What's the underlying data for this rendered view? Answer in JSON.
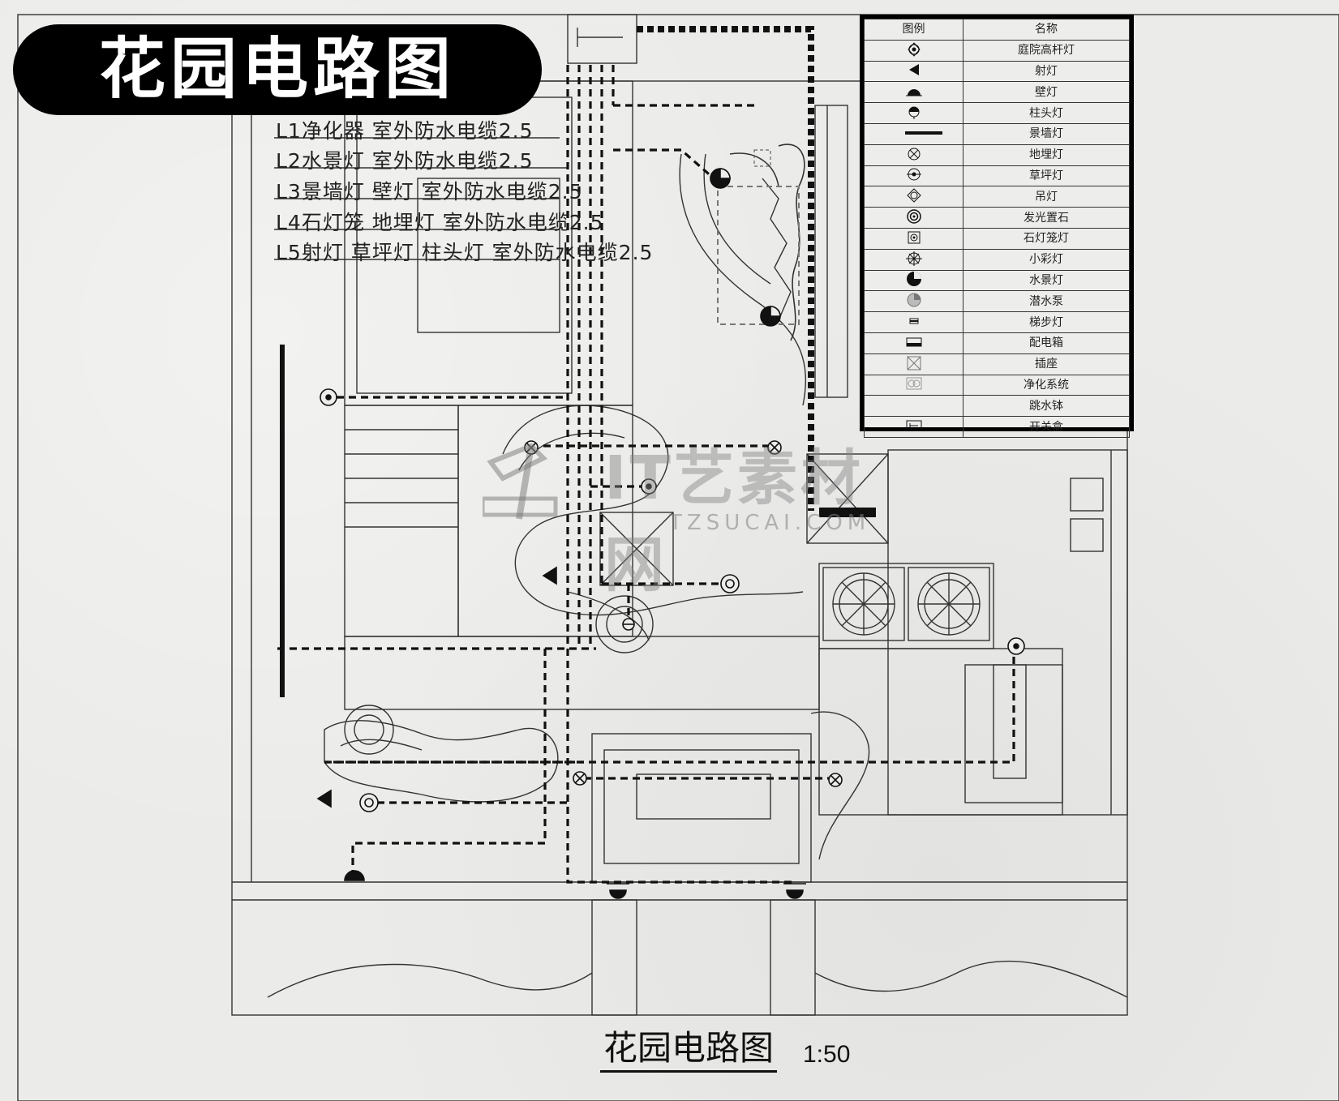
{
  "title": "花园电路图",
  "caption": {
    "name": "花园电路图",
    "scale": "1:50"
  },
  "circuits": [
    "L1净化器  室外防水电缆2.5",
    "L2水景灯  室外防水电缆2.5",
    "L3景墙灯  壁灯  室外防水电缆2.5",
    "L4石灯笼  地埋灯  室外防水电缆2.5",
    "L5射灯  草坪灯  柱头灯  室外防水电缆2.5"
  ],
  "legend": {
    "header": [
      "图例",
      "名称"
    ],
    "items": [
      {
        "icon": "courtyard-lamp-icon",
        "name": "庭院高杆灯"
      },
      {
        "icon": "spotlight-icon",
        "name": "射灯"
      },
      {
        "icon": "wall-lamp-icon",
        "name": "壁灯"
      },
      {
        "icon": "pillar-lamp-icon",
        "name": "柱头灯"
      },
      {
        "icon": "landscape-wall-lamp-icon",
        "name": "景墙灯"
      },
      {
        "icon": "inground-lamp-icon",
        "name": "地埋灯"
      },
      {
        "icon": "lawn-lamp-icon",
        "name": "草坪灯"
      },
      {
        "icon": "pendant-lamp-icon",
        "name": "吊灯"
      },
      {
        "icon": "glowing-stone-icon",
        "name": "发光置石"
      },
      {
        "icon": "stone-lantern-icon",
        "name": "石灯笼灯"
      },
      {
        "icon": "color-lamp-icon",
        "name": "小彩灯"
      },
      {
        "icon": "water-feature-lamp-icon",
        "name": "水景灯"
      },
      {
        "icon": "submersible-pump-icon",
        "name": "潜水泵"
      },
      {
        "icon": "step-lamp-icon",
        "name": "梯步灯"
      },
      {
        "icon": "distribution-box-icon",
        "name": "配电箱"
      },
      {
        "icon": "socket-icon",
        "name": "插座"
      },
      {
        "icon": "purification-system-icon",
        "name": "净化系统"
      },
      {
        "icon": "jump-pot-icon",
        "name": "跳水钵"
      },
      {
        "icon": "switch-box-icon",
        "name": "开关盒"
      }
    ]
  },
  "watermark": {
    "main": "IT艺素材网",
    "sub": "TZSUCAI.COM"
  }
}
